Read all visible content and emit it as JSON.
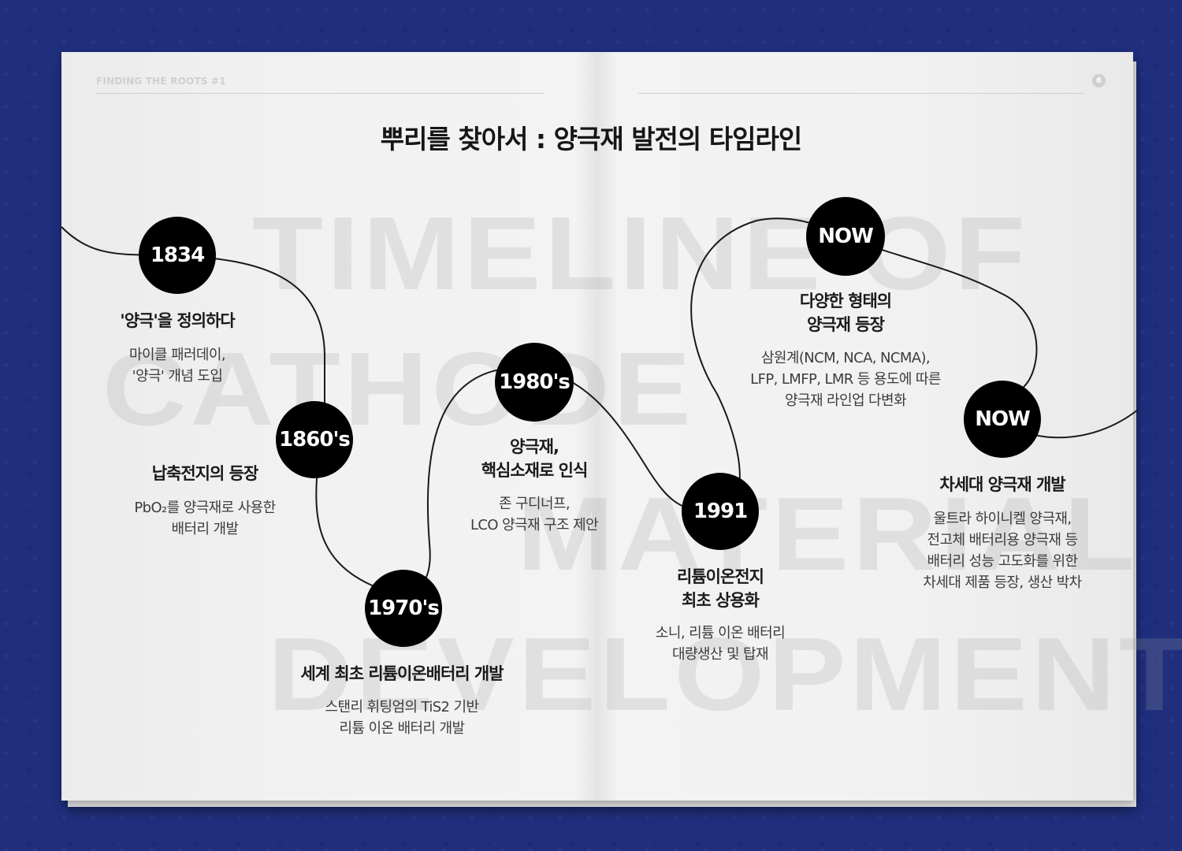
{
  "header": {
    "running_head": "FINDING THE ROOTS #1",
    "page_number": "6",
    "title": "뿌리를 찾아서 : 양극재 발전의 타임라인"
  },
  "watermark": {
    "line1": "TIMELINE OF",
    "line2": "CATHODE",
    "line3": "MATERIAL",
    "line4": "DEVELOPMENT"
  },
  "timeline": [
    {
      "year": "1834",
      "title": "'양극'을 정의하다",
      "desc1": "마이클 패러데이,",
      "desc2": "'양극' 개념 도입"
    },
    {
      "year": "1860's",
      "title": "납축전지의 등장",
      "desc1": "PbO₂를 양극재로 사용한",
      "desc2": "배터리 개발"
    },
    {
      "year": "1970's",
      "title": "세계 최초 리튬이온배터리 개발",
      "desc1": "스탠리 휘팅엄의 TiS2 기반",
      "desc2": "리튬 이온 배터리 개발"
    },
    {
      "year": "1980's",
      "title1": "양극재,",
      "title2": "핵심소재로 인식",
      "desc1": "존 구디너프,",
      "desc2": "LCO 양극재 구조 제안"
    },
    {
      "year": "1991",
      "title1": "리튬이온전지",
      "title2": "최초 상용화",
      "desc1": "소니, 리튬 이온 배터리",
      "desc2": "대량생산 및 탑재"
    },
    {
      "year": "NOW",
      "title1": "다양한 형태의",
      "title2": "양극재 등장",
      "desc1": "삼원계(NCM, NCA, NCMA),",
      "desc2": "LFP, LMFP, LMR 등 용도에 따른",
      "desc3": "양극재 라인업 다변화"
    },
    {
      "year": "NOW",
      "title": "차세대 양극재 개발",
      "desc1": "울트라 하이니켈 양극재,",
      "desc2": "전고체 배터리용 양극재 등",
      "desc3": "배터리 성능 고도화를 위한",
      "desc4": "차세대 제품 등장, 생산 박차"
    }
  ],
  "colors": {
    "background": "#1f2f7d",
    "paper": "#f1f1f1",
    "node": "#000000",
    "node_text": "#ffffff",
    "line": "#1a1a1a"
  }
}
